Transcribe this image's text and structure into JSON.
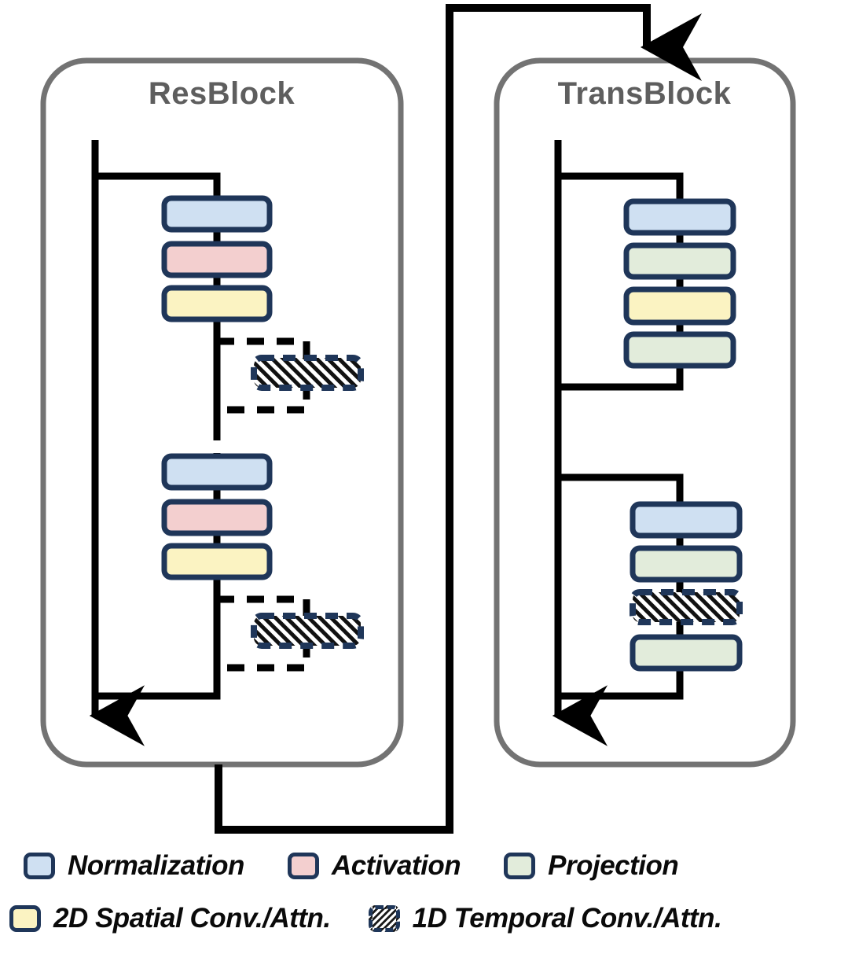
{
  "diagram": {
    "title": "ResBlock and TransBlock architecture diagram",
    "blocks": [
      {
        "id": "resblock",
        "name": "ResBlock",
        "label": "ResBlock",
        "groups": [
          {
            "id": "resblock-group-1",
            "layers": [
              "Normalization",
              "Activation",
              "2D Spatial Conv./Attn.",
              "1D Temporal Conv./Attn."
            ]
          },
          {
            "id": "resblock-group-2",
            "layers": [
              "Normalization",
              "Activation",
              "2D Spatial Conv./Attn.",
              "1D Temporal Conv./Attn."
            ]
          }
        ]
      },
      {
        "id": "transblock",
        "name": "TransBlock",
        "label": "TransBlock",
        "groups": [
          {
            "id": "transblock-group-1",
            "layers": [
              "Normalization",
              "Projection",
              "2D Spatial Conv./Attn.",
              "Projection"
            ]
          },
          {
            "id": "transblock-group-2",
            "layers": [
              "Normalization",
              "Projection",
              "1D Temporal Conv./Attn.",
              "Projection"
            ]
          }
        ]
      }
    ]
  },
  "legend": {
    "rows": [
      [
        {
          "key": "normalization",
          "label": "Normalization",
          "swatch": "normalization-swatch",
          "fill": "#cfe0f2",
          "border": "#1f3659",
          "style": "solid"
        },
        {
          "key": "activation",
          "label": "Activation",
          "swatch": "activation-swatch",
          "fill": "#f3cfcf",
          "border": "#1f3659",
          "style": "solid"
        },
        {
          "key": "projection",
          "label": "Projection",
          "swatch": "projection-swatch",
          "fill": "#e2ecdb",
          "border": "#1f3659",
          "style": "solid"
        }
      ],
      [
        {
          "key": "spatial2d",
          "label": "2D Spatial Conv./Attn.",
          "swatch": "spatial-2d-swatch",
          "fill": "#fbf3c2",
          "border": "#1f3659",
          "style": "solid"
        },
        {
          "key": "temporal1d",
          "label": "1D Temporal Conv./Attn.",
          "swatch": "temporal-1d-swatch",
          "fill": "hatched",
          "border": "#1f3659",
          "style": "dashed"
        }
      ]
    ]
  },
  "colors": {
    "normalization": "#cfe0f2",
    "activation": "#f3cfcf",
    "projection": "#e2ecdb",
    "spatial2d": "#fbf3c2",
    "block_border": "#1f3659",
    "container_border": "#737373",
    "flow_line": "#000000",
    "title_text": "#5e5e5e",
    "legend_text": "#0a0a0a"
  }
}
